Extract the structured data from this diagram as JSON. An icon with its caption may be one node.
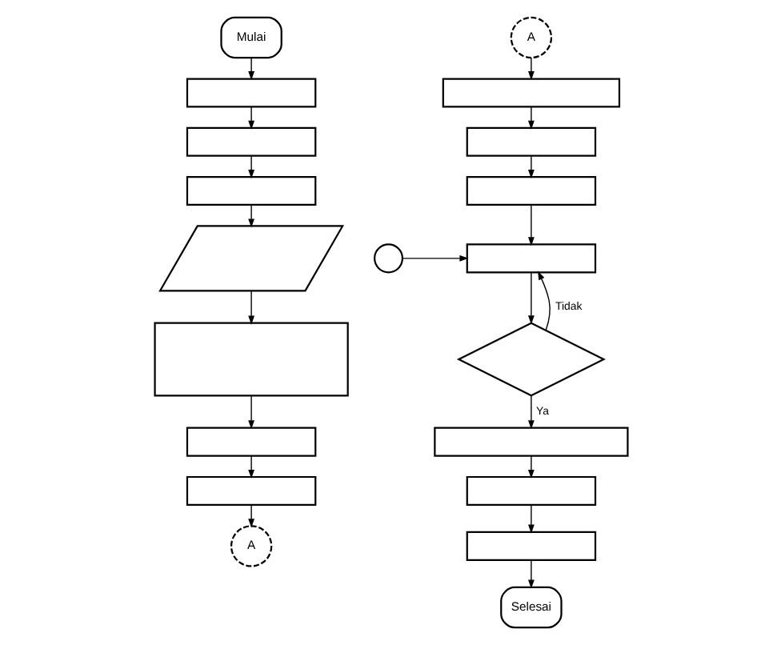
{
  "diagram": {
    "nodes": [
      {
        "text": [
          "Mulai"
        ]
      },
      {
        "text": [],
        "shape": "box"
      },
      {
        "text": [],
        "shape": "box"
      },
      {
        "text": [],
        "shape": "box"
      },
      {
        "text": [],
        "shape": "parallelogram"
      },
      {
        "text": [],
        "shape": "box"
      },
      {
        "text": [],
        "shape": "box"
      },
      {
        "text": [],
        "shape": "box"
      },
      {
        "text": [
          "A"
        ]
      },
      {
        "text": [
          "A"
        ]
      },
      {
        "text": [],
        "shape": "box"
      },
      {
        "text": [],
        "shape": "box"
      },
      {
        "text": [],
        "shape": "box"
      },
      {
        "text": [],
        "shape": "box"
      },
      {
        "text": [],
        "shape": "circle"
      },
      {
        "text": [],
        "shape": "diamond"
      },
      {
        "text": [],
        "shape": "box"
      },
      {
        "text": [],
        "shape": "box"
      },
      {
        "text": [],
        "shape": "box"
      },
      {
        "text": [
          "Selesai"
        ]
      }
    ],
    "edges": [
      {
        "from": 0,
        "to": 1,
        "arrow": "to"
      },
      {
        "from": 1,
        "to": 2,
        "arrow": "to"
      },
      {
        "from": 2,
        "to": 3,
        "arrow": "to"
      },
      {
        "from": 3,
        "to": 4,
        "arrow": "to"
      },
      {
        "from": 4,
        "to": 5,
        "arrow": "to"
      },
      {
        "from": 5,
        "to": 6,
        "arrow": "to"
      },
      {
        "from": 6,
        "to": 7,
        "arrow": "to"
      },
      {
        "from": 7,
        "to": 8,
        "arrow": "to"
      },
      {
        "from": 9,
        "to": 10,
        "arrow": "to"
      },
      {
        "from": 10,
        "to": 11,
        "arrow": "to"
      },
      {
        "from": 11,
        "to": 12,
        "arrow": "to"
      },
      {
        "from": 12,
        "to": 13,
        "arrow": "to"
      },
      {
        "from": 14,
        "to": 13,
        "arrow": "to"
      },
      {
        "from": 13,
        "to": 15,
        "arrow": "to"
      },
      {
        "from": 15,
        "to": 13,
        "arrow": "to",
        "label": "Tidak"
      },
      {
        "from": 15,
        "to": 16,
        "arrow": "to",
        "label": "Ya"
      },
      {
        "from": 16,
        "to": 17,
        "arrow": "to"
      },
      {
        "from": 17,
        "to": 18,
        "arrow": "to"
      },
      {
        "from": 18,
        "to": 19,
        "arrow": "to"
      }
    ]
  }
}
